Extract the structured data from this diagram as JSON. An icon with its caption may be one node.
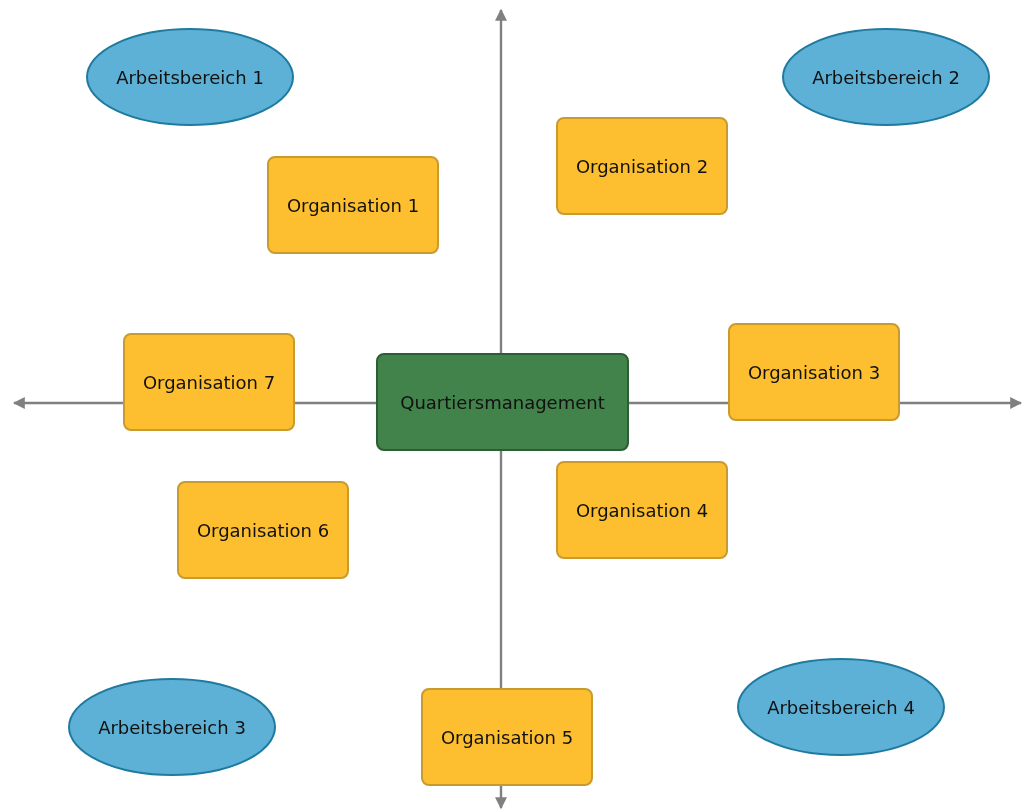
{
  "diagram": {
    "nodes": [
      {
        "text": [
          "Arbeitsbereich 1"
        ]
      },
      {
        "text": [
          "Arbeitsbereich 2"
        ]
      },
      {
        "text": [
          "Organisation 1"
        ]
      },
      {
        "text": [
          "Organisation 2"
        ]
      },
      {
        "text": [
          "Organisation 7"
        ]
      },
      {
        "text": [
          "Quartiersmanagement"
        ]
      },
      {
        "text": [
          "Organisation 3"
        ]
      },
      {
        "text": [
          "Organisation 4"
        ]
      },
      {
        "text": [
          "Organisation 6"
        ]
      },
      {
        "text": [
          "Arbeitsbereich 3"
        ]
      },
      {
        "text": [
          "Organisation 5"
        ]
      },
      {
        "text": [
          "Arbeitsbereich 4"
        ]
      }
    ],
    "edges": [
      {
        "from": 5,
        "to": null,
        "arrow": "to"
      },
      {
        "from": 5,
        "to": 4,
        "arrow": "none"
      },
      {
        "from": 4,
        "to": null,
        "arrow": "to"
      },
      {
        "from": 5,
        "to": 6,
        "arrow": "none"
      },
      {
        "from": 6,
        "to": null,
        "arrow": "to"
      },
      {
        "from": 5,
        "to": 10,
        "arrow": "none"
      },
      {
        "from": 10,
        "to": null,
        "arrow": "to"
      }
    ]
  }
}
